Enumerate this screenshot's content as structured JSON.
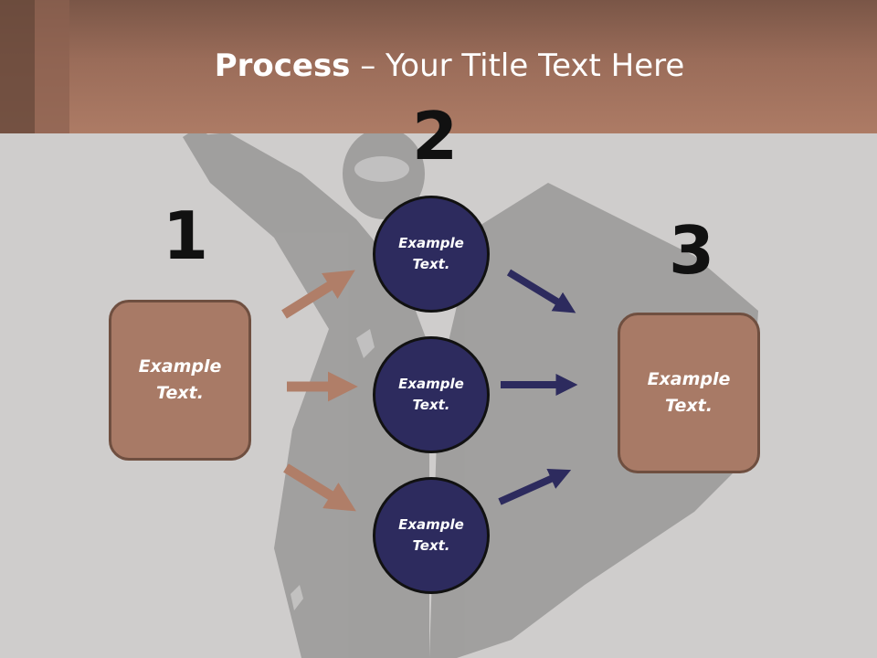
{
  "title": {
    "bold": "Process",
    "rest": " – Your Title Text Here"
  },
  "numbers": {
    "n1": "1",
    "n2": "2",
    "n3": "3"
  },
  "left_box": {
    "text": "Example\nText."
  },
  "right_box": {
    "text": "Example\nText."
  },
  "circles": [
    {
      "text": "Example\nText."
    },
    {
      "text": "Example\nText."
    },
    {
      "text": "Example\nText."
    }
  ],
  "colors": {
    "header": "#a87a66",
    "box": "#a87a66",
    "circle": "#2d2b5e",
    "arrow_brown": "#b07e68",
    "arrow_navy": "#2d2b5e"
  }
}
